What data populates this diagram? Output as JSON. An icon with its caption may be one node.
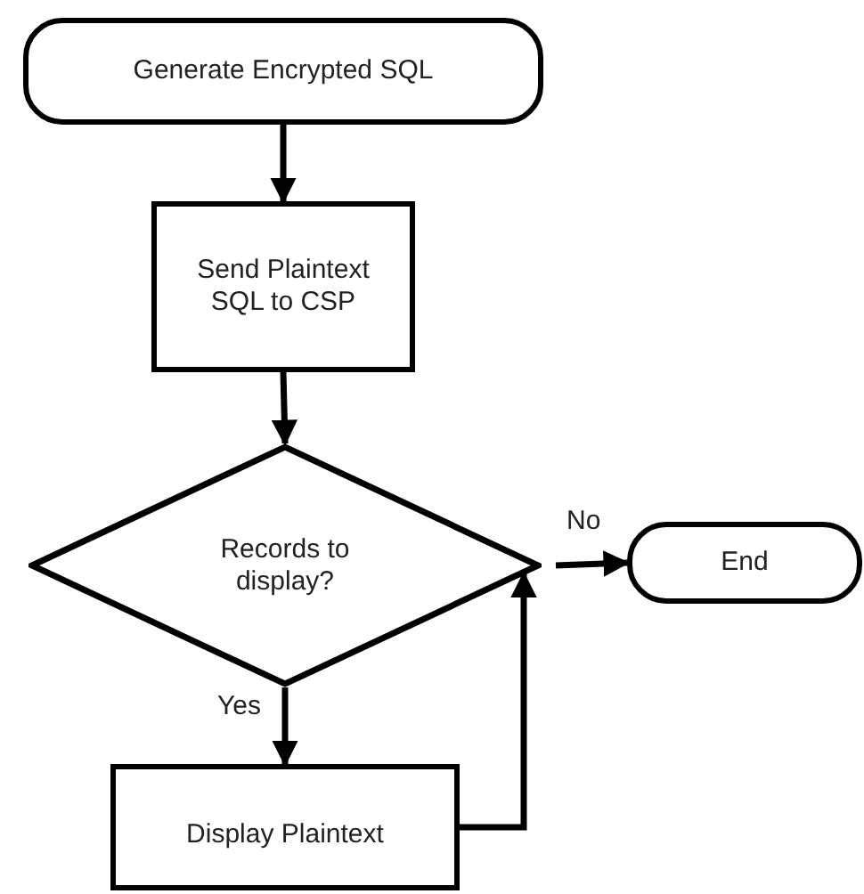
{
  "diagram": {
    "nodes": [
      {
        "text": [
          "Generate Encrypted SQL"
        ]
      },
      {
        "text": [
          "Send Plaintext SQL to CSP"
        ]
      },
      {
        "text": [
          "Records to display?"
        ]
      },
      {
        "text": [
          "End"
        ]
      },
      {
        "text": [
          "Display Plaintext"
        ]
      }
    ],
    "edges": [
      {
        "from": 0,
        "to": 1,
        "arrow": "to"
      },
      {
        "from": 1,
        "to": 2,
        "arrow": "to"
      },
      {
        "from": 2,
        "to": 3,
        "arrow": "to",
        "label": "No"
      },
      {
        "from": 2,
        "to": 4,
        "arrow": "to",
        "label": "Yes"
      },
      {
        "from": 4,
        "to": 2,
        "arrow": "to"
      }
    ]
  }
}
